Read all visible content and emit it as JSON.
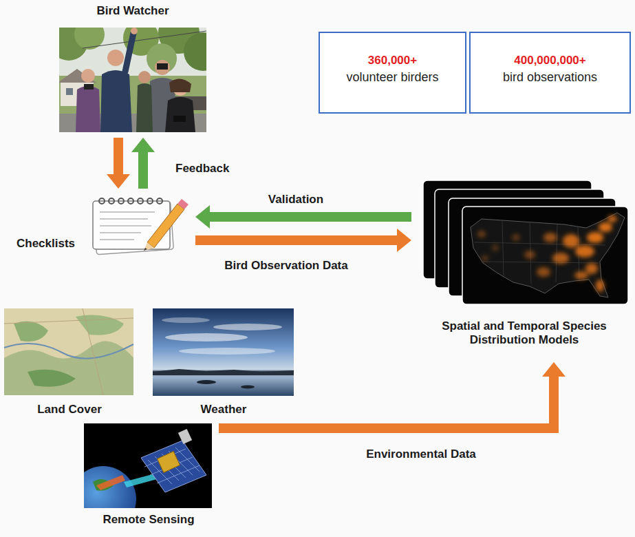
{
  "diagram": {
    "nodes": [
      {
        "text": [
          "Bird Watcher"
        ]
      },
      {
        "text": [
          "360,000+",
          "volunteer birders"
        ]
      },
      {
        "text": [
          "400,000,000+",
          "bird observations"
        ]
      },
      {
        "text": [
          "Checklists"
        ]
      },
      {
        "text": [
          "Spatial and Temporal Species Distribution Models"
        ]
      },
      {
        "text": [
          "Land Cover"
        ]
      },
      {
        "text": [
          "Weather"
        ]
      },
      {
        "text": [
          "Remote Sensing"
        ]
      }
    ],
    "edges": [
      {
        "from": 0,
        "to": 3,
        "arrow": "to"
      },
      {
        "from": 3,
        "to": 0,
        "label": "Feedback",
        "arrow": "to"
      },
      {
        "from": 4,
        "to": 3,
        "label": "Validation",
        "arrow": "to"
      },
      {
        "from": 3,
        "to": 4,
        "label": "Bird Observation Data",
        "arrow": "to"
      },
      {
        "from": 7,
        "to": 4,
        "label": "Environmental Data",
        "arrow": "to"
      }
    ]
  }
}
